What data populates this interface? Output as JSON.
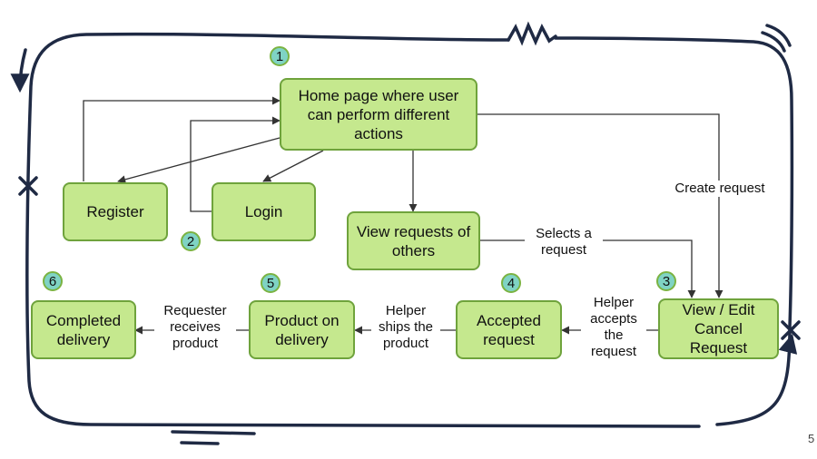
{
  "nodes": {
    "home": "Home page where user can perform different actions",
    "register": "Register",
    "login": "Login",
    "view_requests": "View requests of others",
    "view_edit": "View / Edit Cancel Request",
    "accepted": "Accepted request",
    "product_on_delivery": "Product on delivery",
    "completed": "Completed delivery"
  },
  "badges": {
    "b1": "1",
    "b2": "2",
    "b3": "3",
    "b4": "4",
    "b5": "5",
    "b6": "6"
  },
  "edges": {
    "create_request": "Create request",
    "selects_request": "Selects a request",
    "helper_accepts": "Helper accepts the request",
    "helper_ships": "Helper ships the product",
    "requester_receives": "Requester receives product"
  },
  "page_number": "5",
  "colors": {
    "node_fill": "#c5e88e",
    "node_border": "#6fa33c",
    "badge_fill": "#7fd3c4",
    "frame": "#1f2a44"
  }
}
